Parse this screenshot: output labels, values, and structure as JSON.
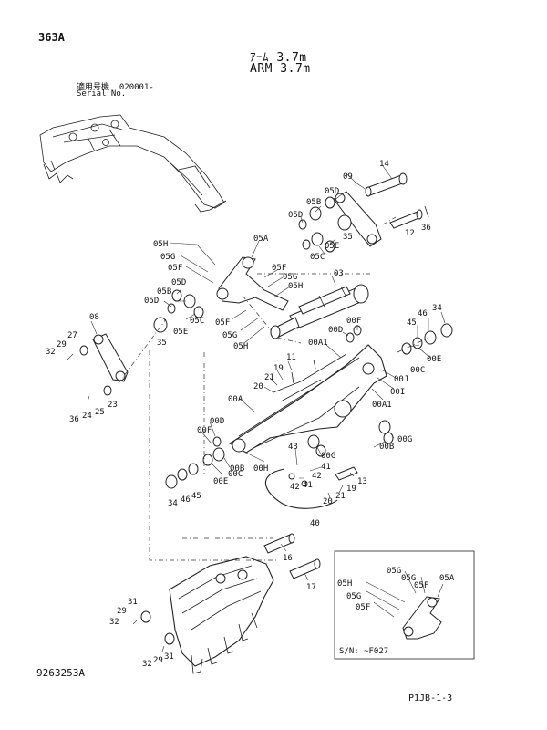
{
  "header": {
    "page_code": "363A",
    "title_jp": "ｱｰﾑ 3.7m",
    "title_en": "ARM 3.7m",
    "serial_label_jp": "適用号機",
    "serial_range": "020001-",
    "serial_label_en": "Serial No."
  },
  "footer": {
    "drawing_number": "9263253A",
    "sheet_ref": "P1JB-1-3"
  },
  "inset": {
    "note": "S/N: ~F027",
    "callouts": [
      "05H",
      "05G",
      "05F",
      "05G",
      "05F",
      "05A"
    ]
  },
  "callouts": {
    "c14": "14",
    "c09": "09",
    "c05D_a": "05D",
    "c05B_a": "05B",
    "c05D_b": "05D",
    "c35_a": "35",
    "c05E_a": "05E",
    "c05C_a": "05C",
    "c36_a": "36",
    "c12": "12",
    "c05H_a": "05H",
    "c05G_a": "05G",
    "c05F_a": "05F",
    "c05A": "05A",
    "c05F_b": "05F",
    "c05G_b": "05G",
    "c05H_b": "05H",
    "c03": "03",
    "c05D_c": "05D",
    "c05B_b": "05B",
    "c05D_d": "05D",
    "c05C_b": "05C",
    "c05E_b": "05E",
    "c35_b": "35",
    "c05F_c": "05F",
    "c05G_c": "05G",
    "c05H_c": "05H",
    "c08": "08",
    "c27": "27",
    "c29_a": "29",
    "c32_a": "32",
    "c00F_a": "00F",
    "c00D_a": "00D",
    "c00A1_a": "00A1",
    "c34_a": "34",
    "c46_a": "46",
    "c45_a": "45",
    "c00C_a": "00C",
    "c00E_a": "00E",
    "c00J": "00J",
    "c00I": "00I",
    "c00A1_b": "00A1",
    "c11": "11",
    "c19_a": "19",
    "c21_a": "21",
    "c20_a": "20",
    "c00A": "00A",
    "c23": "23",
    "c25": "25",
    "c24": "24",
    "c36_b": "36",
    "c00F_b": "00F",
    "c00D_b": "00D",
    "c00B_a": "00B",
    "c00C_b": "00C",
    "c00E_b": "00E",
    "c00H": "00H",
    "c34_b": "34",
    "c46_b": "46",
    "c45_b": "45",
    "c43": "43",
    "c00G_a": "00G",
    "c41_a": "41",
    "c42_a": "42",
    "c41_b": "41",
    "c42_b": "42",
    "c13": "13",
    "c19_b": "19",
    "c21_b": "21",
    "c20_b": "20",
    "c40": "40",
    "c00B_b": "00B",
    "c00G_b": "00G",
    "c16": "16",
    "c17": "17",
    "c31_a": "31",
    "c29_b": "29",
    "c32_b": "32",
    "c32_c": "32",
    "c29_c": "29",
    "c31_b": "31"
  }
}
